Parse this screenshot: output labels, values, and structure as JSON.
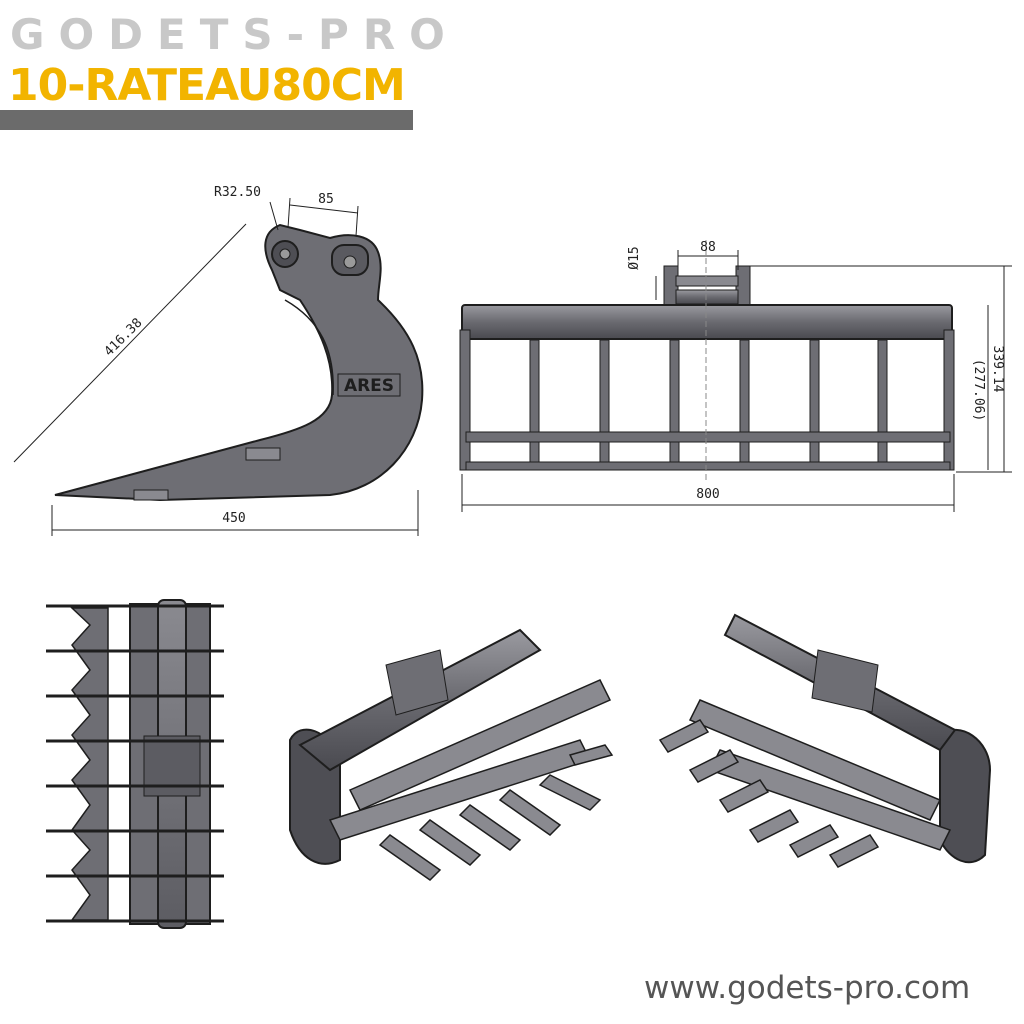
{
  "header": {
    "brand": "GODETS-PRO",
    "product": "10-RATEAU80CM"
  },
  "side_view": {
    "dim_radius": "R32.50",
    "dim_pin_spacing": "85",
    "dim_diagonal": "416.38",
    "dim_length": "450",
    "logo_text": "ARES"
  },
  "front_view": {
    "dim_pin_dia": "Ø15",
    "dim_ear_width": "88",
    "dim_width": "800",
    "dim_inner_height": "(277.06)",
    "dim_height": "339.14"
  },
  "footer": {
    "website": "www.godets-pro.com"
  },
  "colors": {
    "brand_grey": "#c8c8c8",
    "product_yellow": "#f2b400",
    "bar_grey": "#6b6b6b",
    "steel": "#6e6e74"
  }
}
